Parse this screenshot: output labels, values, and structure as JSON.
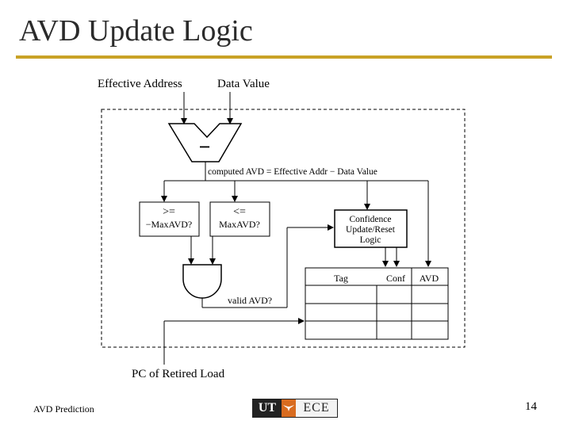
{
  "slide": {
    "title": "AVD Update Logic",
    "footer_left": "AVD Prediction",
    "page_number": "14"
  },
  "logo": {
    "left": "UT",
    "right": "ECE"
  },
  "diagram": {
    "input_effective_address": "Effective Address",
    "input_data_value": "Data Value",
    "subtractor_symbol": "−",
    "computed_avd": "computed AVD = Effective Addr − Data Value",
    "cmp_ge_op": ">=",
    "cmp_ge_operand": "−MaxAVD?",
    "cmp_le_op": "<=",
    "cmp_le_operand": "MaxAVD?",
    "confidence_line1": "Confidence",
    "confidence_line2": "Update/Reset",
    "confidence_line3": "Logic",
    "table_col_tag": "Tag",
    "table_col_conf": "Conf",
    "table_col_avd": "AVD",
    "valid_avd": "valid AVD?",
    "pc_of_retired_load": "PC of Retired Load"
  },
  "colors": {
    "title_rule": "#c9a227",
    "logo_accent": "#d86b1f"
  }
}
